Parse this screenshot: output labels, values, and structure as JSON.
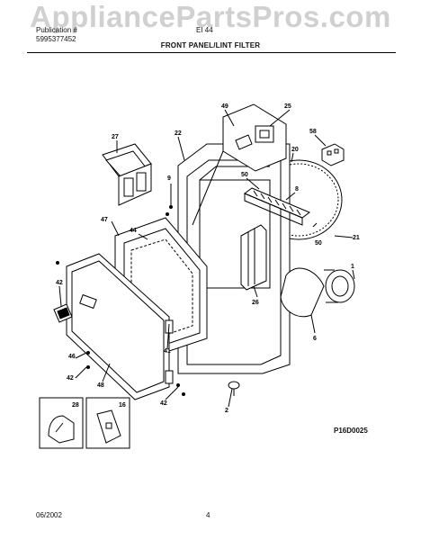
{
  "watermark": "AppliancePartsPros.com",
  "header": {
    "line1": "Publication # ",
    "line2": "5995377452",
    "model": "EI 44",
    "title": "FRONT PANEL/LINT FILTER"
  },
  "diagram_code": "P16D0025",
  "footer": {
    "date": "06/2002",
    "page": "4"
  },
  "callouts": {
    "c49": "49",
    "c25": "25",
    "c58": "58",
    "c27": "27",
    "c22": "22",
    "c20": "20",
    "c50a": "50",
    "c9": "9",
    "c8": "8",
    "c47": "47",
    "c44": "44",
    "c50b": "50",
    "c21": "21",
    "c1": "1",
    "c42a": "42",
    "c26": "26",
    "c6": "6",
    "c41": "41",
    "c46": "46",
    "c42b": "42",
    "c48": "48",
    "c42c": "42",
    "c2": "2",
    "c28": "28",
    "c16": "16"
  }
}
